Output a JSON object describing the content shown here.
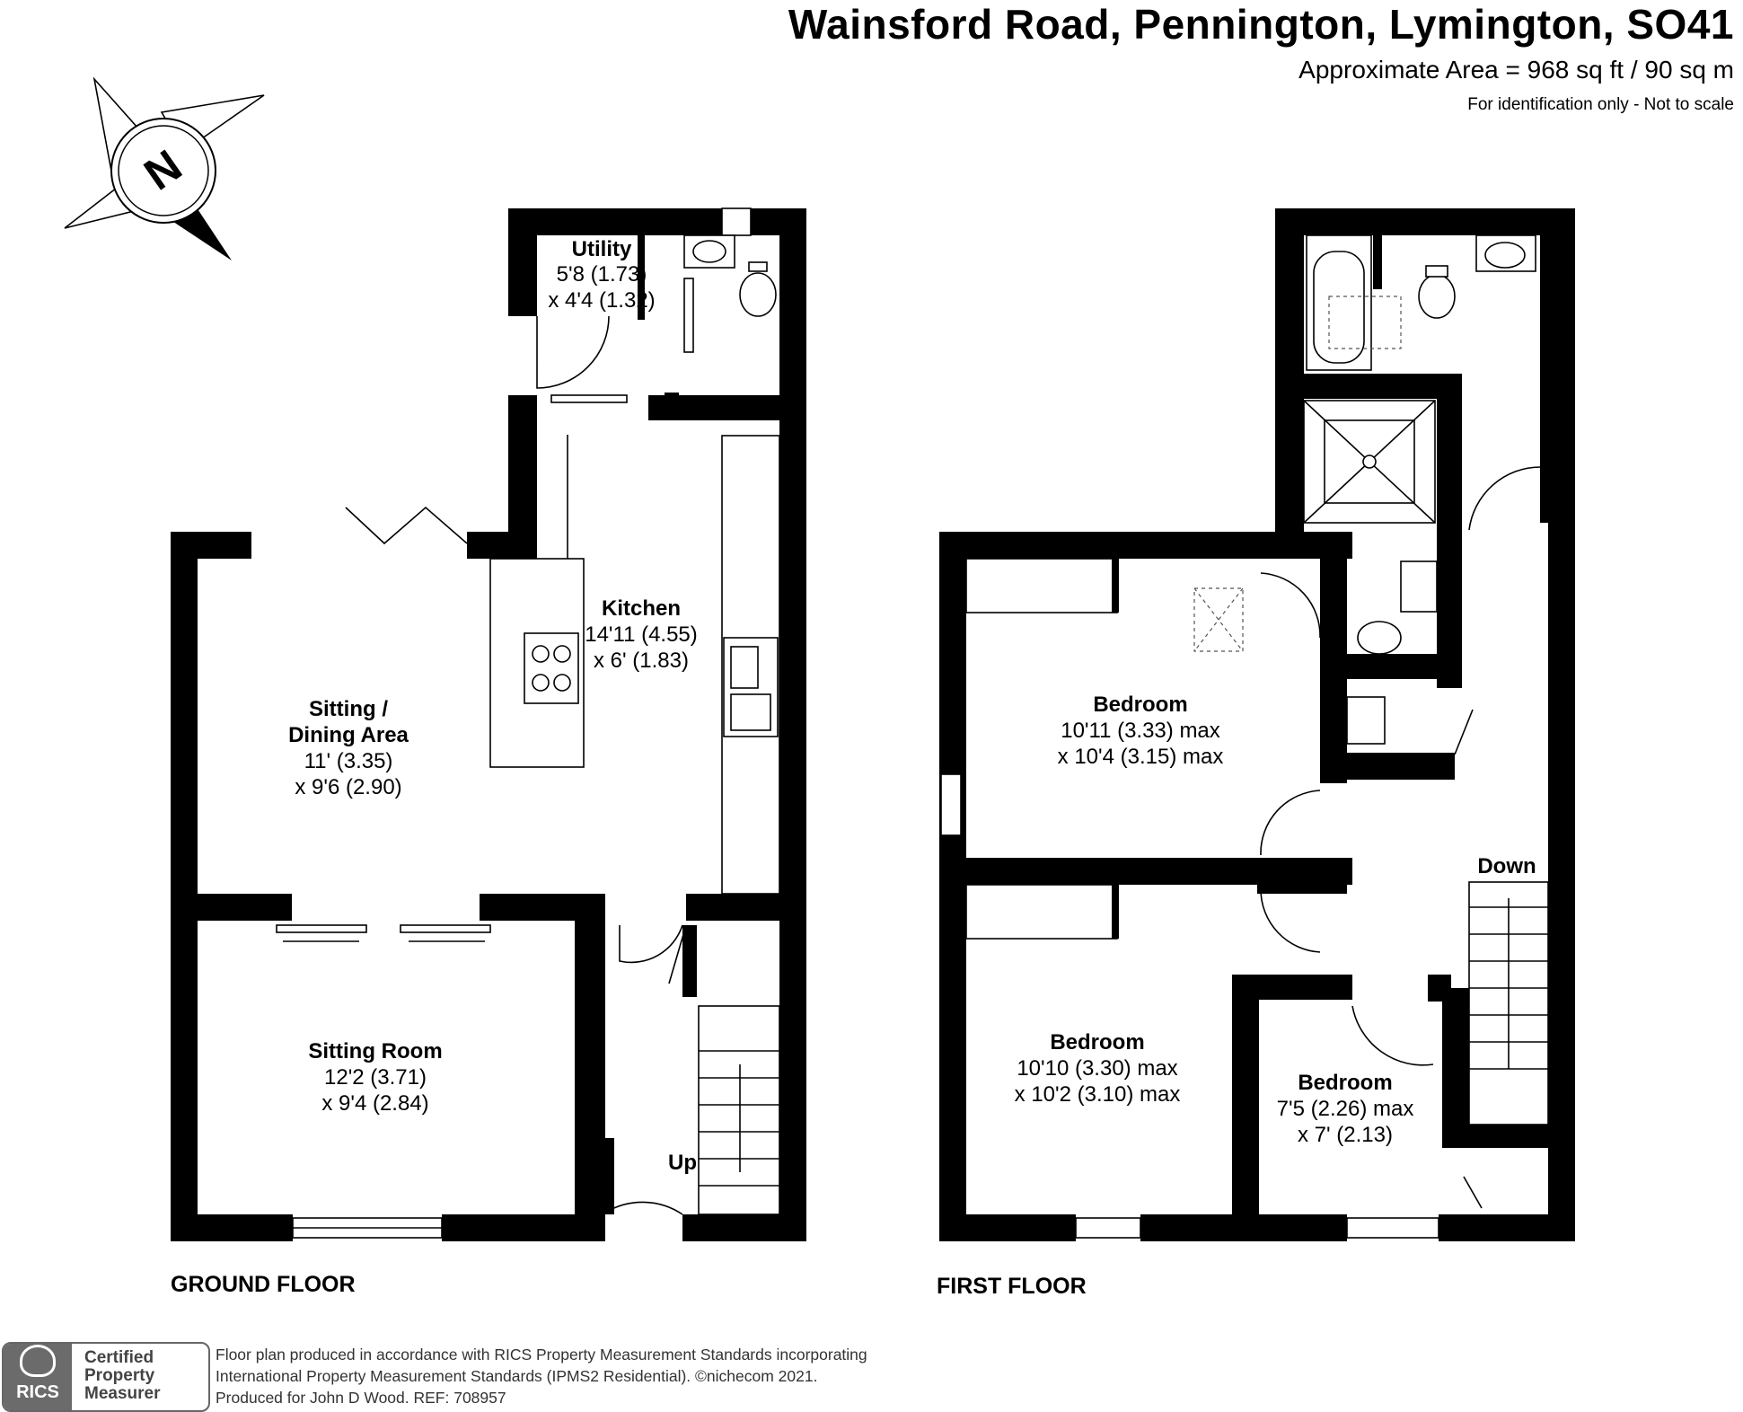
{
  "header": {
    "title": "Wainsford Road, Pennington, Lymington, SO41",
    "area": "Approximate Area = 968 sq ft / 90 sq m",
    "note": "For identification only - Not to scale"
  },
  "compass": {
    "label": "N"
  },
  "ground_floor": {
    "label": "GROUND FLOOR",
    "rooms": {
      "utility": {
        "name": "Utility",
        "dim1": "5'8 (1.73)",
        "dim2": "x 4'4 (1.32)"
      },
      "kitchen": {
        "name": "Kitchen",
        "dim1": "14'11 (4.55)",
        "dim2": "x 6' (1.83)"
      },
      "sitting_dining": {
        "name1": "Sitting /",
        "name2": "Dining Area",
        "dim1": "11' (3.35)",
        "dim2": "x 9'6 (2.90)"
      },
      "sitting_room": {
        "name": "Sitting Room",
        "dim1": "12'2 (3.71)",
        "dim2": "x 9'4 (2.84)"
      }
    },
    "stairs_label": "Up"
  },
  "first_floor": {
    "label": "FIRST FLOOR",
    "rooms": {
      "bedroom1": {
        "name": "Bedroom",
        "dim1": "10'11 (3.33) max",
        "dim2": "x 10'4 (3.15) max"
      },
      "bedroom2": {
        "name": "Bedroom",
        "dim1": "10'10 (3.30) max",
        "dim2": "x 10'2 (3.10) max"
      },
      "bedroom3": {
        "name": "Bedroom",
        "dim1": "7'5 (2.26) max",
        "dim2": "x 7' (2.13)"
      }
    },
    "stairs_label": "Down"
  },
  "footer": {
    "badge_logo": "RICS",
    "badge_line1": "Certified",
    "badge_line2": "Property",
    "badge_line3": "Measurer",
    "line1": "Floor plan produced in accordance with RICS Property Measurement Standards incorporating",
    "line2": "International Property Measurement Standards (IPMS2 Residential).   ©nichecom 2021.",
    "line3": "Produced for John D Wood.   REF:  708957"
  }
}
